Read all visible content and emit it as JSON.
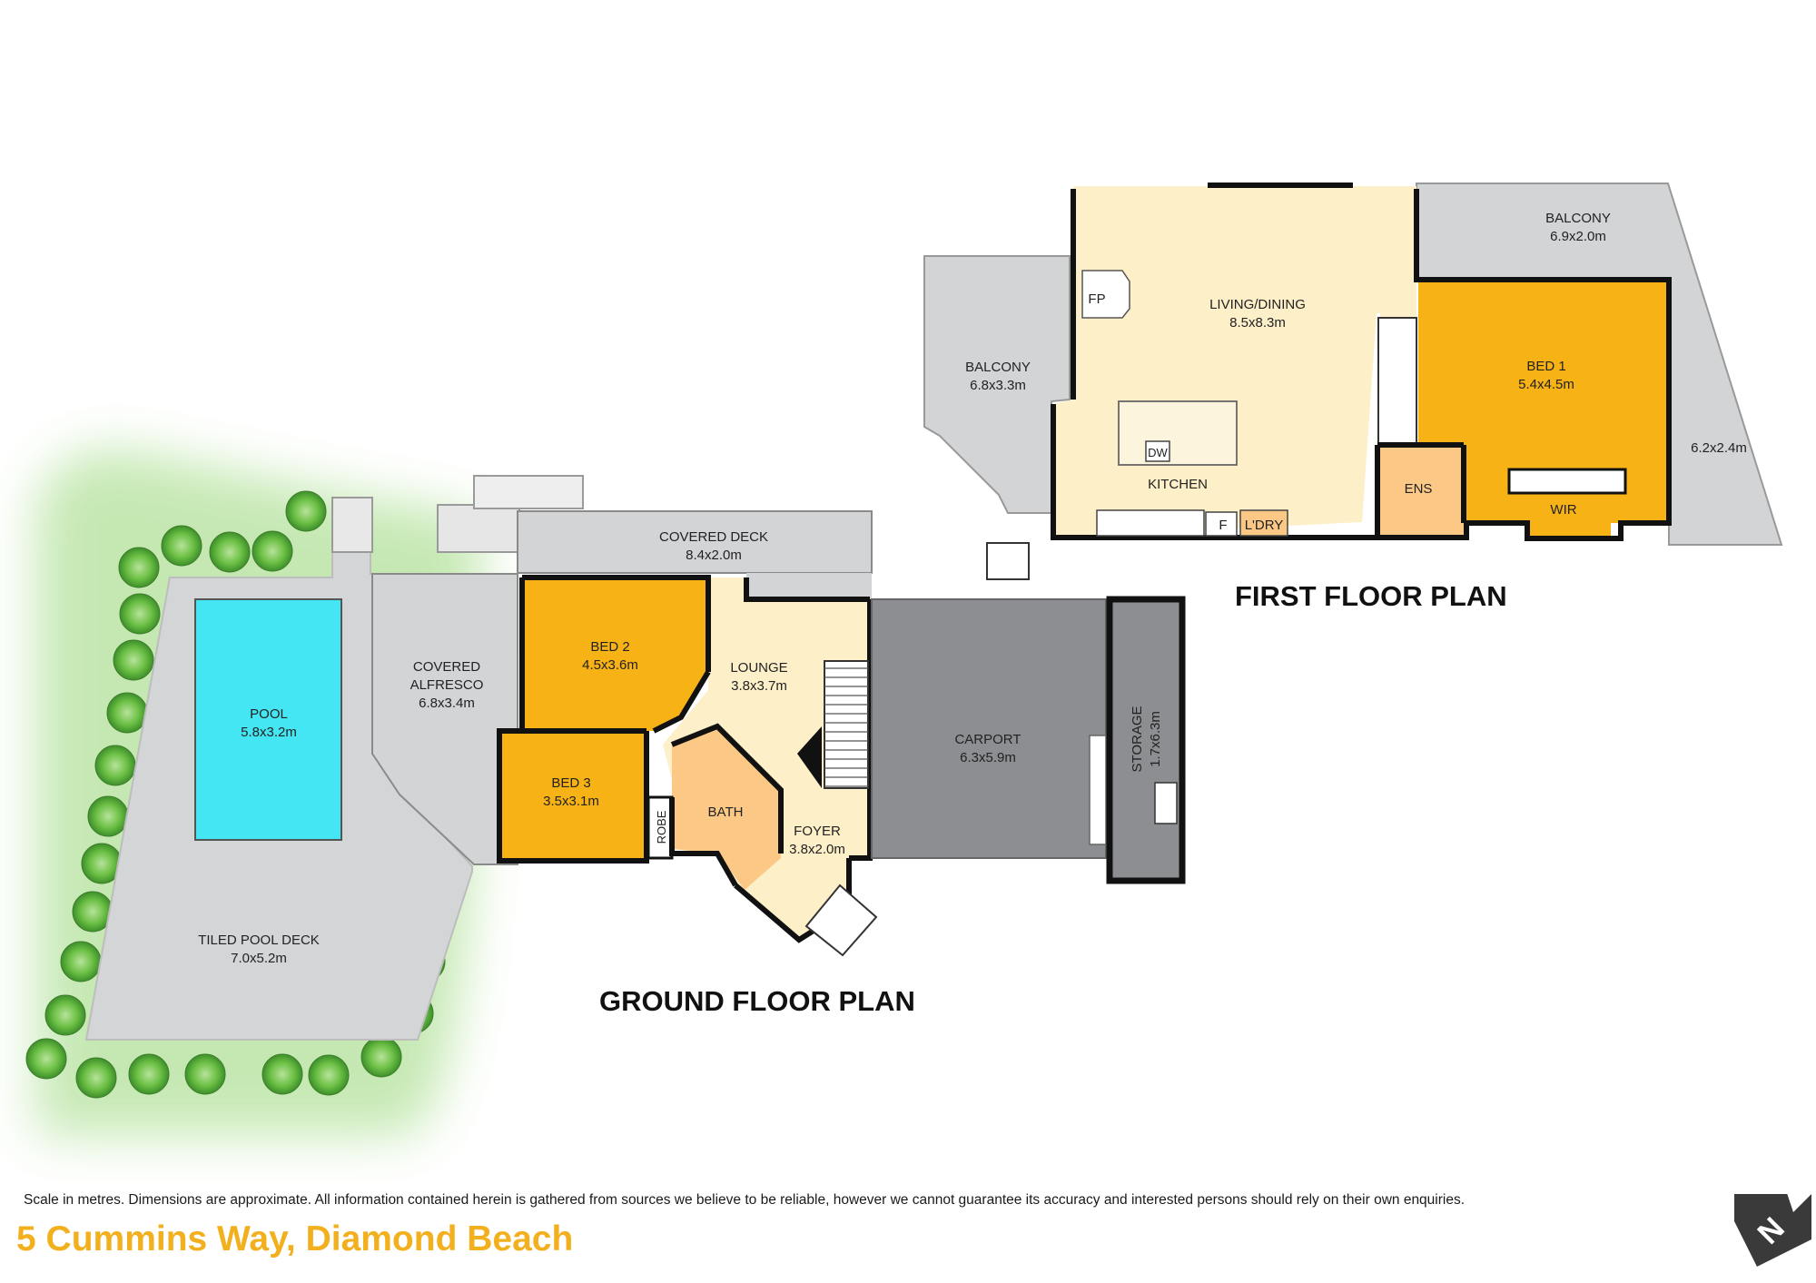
{
  "colors": {
    "bedroom": "#f7b215",
    "living": "#fdefc8",
    "outdoor": "#d3d4d6",
    "carport": "#8d8e91",
    "pool": "#43e6f2",
    "wall": "#111111",
    "address": "#f2b01e",
    "greenery": "#6fbf46"
  },
  "titles": {
    "first_floor": "FIRST FLOOR PLAN",
    "ground_floor": "GROUND FLOOR PLAN"
  },
  "first_floor": {
    "balcony_top": {
      "name": "BALCONY",
      "dims": "6.9x2.0m"
    },
    "living": {
      "name": "LIVING/DINING",
      "dims": "8.5x8.3m"
    },
    "balcony_left": {
      "name": "BALCONY",
      "dims": "6.8x3.3m"
    },
    "bed1": {
      "name": "BED 1",
      "dims": "5.4x4.5m"
    },
    "balcony_right_dims": "6.2x2.4m",
    "kitchen": "KITCHEN",
    "fireplace": "FP",
    "dishwasher": "DW",
    "fridge": "F",
    "laundry": "L'DRY",
    "ensuite": "ENS",
    "wir": "WIR"
  },
  "ground_floor": {
    "covered_deck": {
      "name": "COVERED DECK",
      "dims": "8.4x2.0m"
    },
    "bed2": {
      "name": "BED 2",
      "dims": "4.5x3.6m"
    },
    "lounge": {
      "name": "LOUNGE",
      "dims": "3.8x3.7m"
    },
    "alfresco": {
      "name1": "COVERED",
      "name2": "ALFRESCO",
      "dims": "6.8x3.4m"
    },
    "pool": {
      "name": "POOL",
      "dims": "5.8x3.2m"
    },
    "bed3": {
      "name": "BED 3",
      "dims": "3.5x3.1m"
    },
    "robe": "ROBE",
    "bath": "BATH",
    "foyer": {
      "name": "FOYER",
      "dims": "3.8x2.0m"
    },
    "carport": {
      "name": "CARPORT",
      "dims": "6.3x5.9m"
    },
    "storage": {
      "name": "STORAGE",
      "dims": "1.7x6.3m"
    },
    "pool_deck": {
      "name": "TILED POOL DECK",
      "dims": "7.0x5.2m"
    }
  },
  "footer": {
    "disclaimer": "Scale in metres. Dimensions are approximate. All information contained herein is gathered from sources we believe to be reliable, however we cannot guarantee its accuracy and interested persons should rely on their own enquiries.",
    "address": "5 Cummins Way, Diamond Beach"
  },
  "compass_letter": "N"
}
